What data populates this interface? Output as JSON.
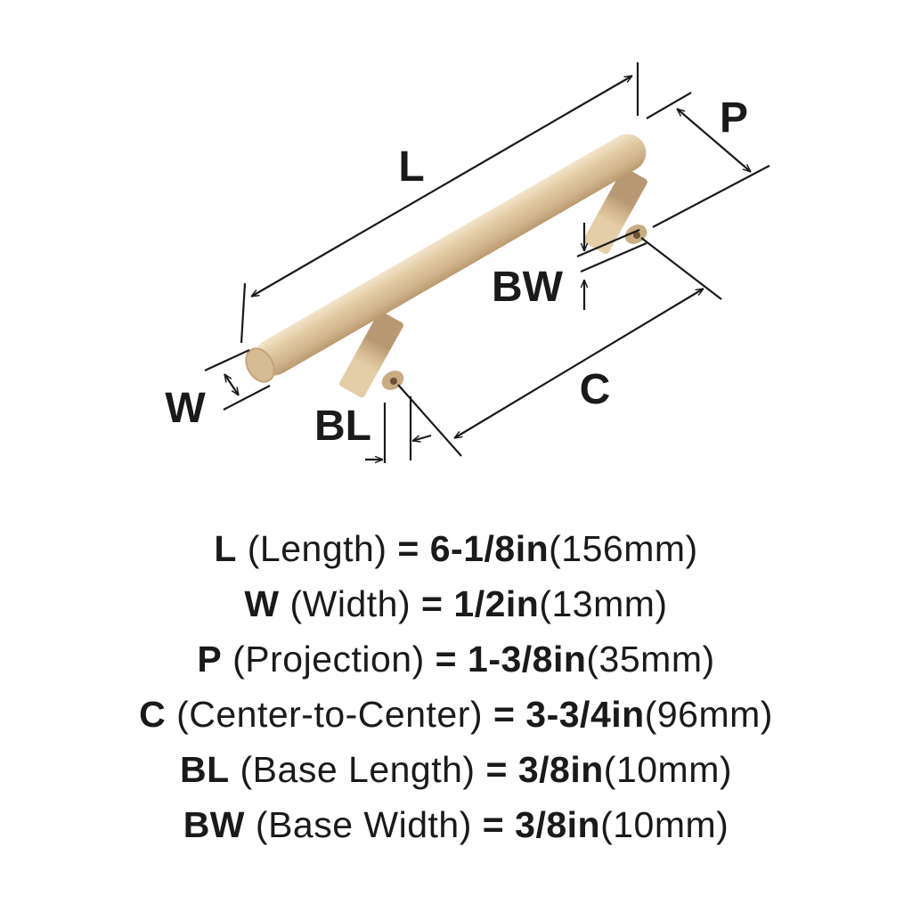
{
  "diagram": {
    "product": "bar-pull-handle",
    "finish_color": "#D7BE96",
    "line_color": "#1a1a1a",
    "labels": {
      "length": "L",
      "width": "W",
      "projection": "P",
      "center": "C",
      "base_length": "BL",
      "base_width": "BW"
    }
  },
  "specs": [
    {
      "symbol": "L",
      "name": "(Length)",
      "equals": "=",
      "imperial": "6-1/8in",
      "metric": "(156mm)"
    },
    {
      "symbol": "W",
      "name": "(Width)",
      "equals": "=",
      "imperial": "1/2in",
      "metric": "(13mm)"
    },
    {
      "symbol": "P",
      "name": "(Projection)",
      "equals": "=",
      "imperial": "1-3/8in",
      "metric": "(35mm)"
    },
    {
      "symbol": "C",
      "name": "(Center-to-Center)",
      "equals": "=",
      "imperial": "3-3/4in",
      "metric": "(96mm)"
    },
    {
      "symbol": "BL",
      "name": "(Base Length)",
      "equals": "=",
      "imperial": "3/8in",
      "metric": "(10mm)"
    },
    {
      "symbol": "BW",
      "name": "(Base Width)",
      "equals": "=",
      "imperial": "3/8in",
      "metric": "(10mm)"
    }
  ]
}
